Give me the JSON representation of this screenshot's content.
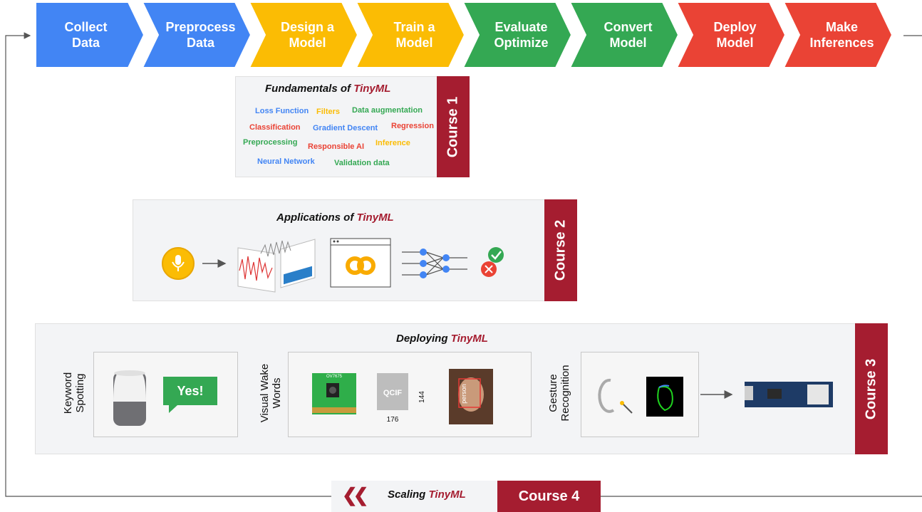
{
  "pipeline": {
    "stages": [
      {
        "label": "Collect\nData",
        "color": "#4285f4"
      },
      {
        "label": "Preprocess\nData",
        "color": "#4285f4"
      },
      {
        "label": "Design a\nModel",
        "color": "#fbbc04"
      },
      {
        "label": "Train a\nModel",
        "color": "#fbbc04"
      },
      {
        "label": "Evaluate\nOptimize",
        "color": "#34a853"
      },
      {
        "label": "Convert\nModel",
        "color": "#34a853"
      },
      {
        "label": "Deploy\nModel",
        "color": "#ea4335"
      },
      {
        "label": "Make\nInferences",
        "color": "#ea4335"
      }
    ]
  },
  "course1": {
    "title_prefix": "Fundamentals of ",
    "title_highlight": "TinyML",
    "tab": "Course 1",
    "tags": [
      {
        "text": "Loss Function",
        "color": "#4285f4"
      },
      {
        "text": "Filters",
        "color": "#fbbc04"
      },
      {
        "text": "Data augmentation",
        "color": "#34a853"
      },
      {
        "text": "Classification",
        "color": "#ea4335"
      },
      {
        "text": "Gradient Descent",
        "color": "#4285f4"
      },
      {
        "text": "Regression",
        "color": "#ea4335"
      },
      {
        "text": "Preprocessing",
        "color": "#34a853"
      },
      {
        "text": "Responsible AI",
        "color": "#ea4335"
      },
      {
        "text": "Inference",
        "color": "#fbbc04"
      },
      {
        "text": "Neural Network",
        "color": "#4285f4"
      },
      {
        "text": "Validation data",
        "color": "#34a853"
      }
    ]
  },
  "course2": {
    "title_prefix": "Applications of ",
    "title_highlight": "TinyML",
    "tab": "Course 2",
    "icons": [
      "microphone-icon",
      "spectrogram-icon",
      "colab-icon",
      "neural-network-icon",
      "check-icon",
      "cross-icon"
    ]
  },
  "course3": {
    "title_prefix": "Deploying ",
    "title_highlight": "TinyML",
    "tab": "Course 3",
    "kws_label": "Keyword\nSpotting",
    "kws_bubble": "Yes!",
    "vww_label": "Visual Wake\nWords",
    "camera_label": "OV7675",
    "qcif_label": "QCIF",
    "qcif_height": "144",
    "qcif_width": "176",
    "person_label": "person",
    "gesture_label": "Gesture\nRecognition"
  },
  "course4": {
    "title_prefix": "Scaling ",
    "title_highlight": "TinyML",
    "tab": "Course 4",
    "chevron_glyph": "❮❮"
  },
  "colors": {
    "blue": "#4285f4",
    "yellow": "#fbbc04",
    "green": "#34a853",
    "red": "#ea4335",
    "course_red": "#a51d30"
  }
}
